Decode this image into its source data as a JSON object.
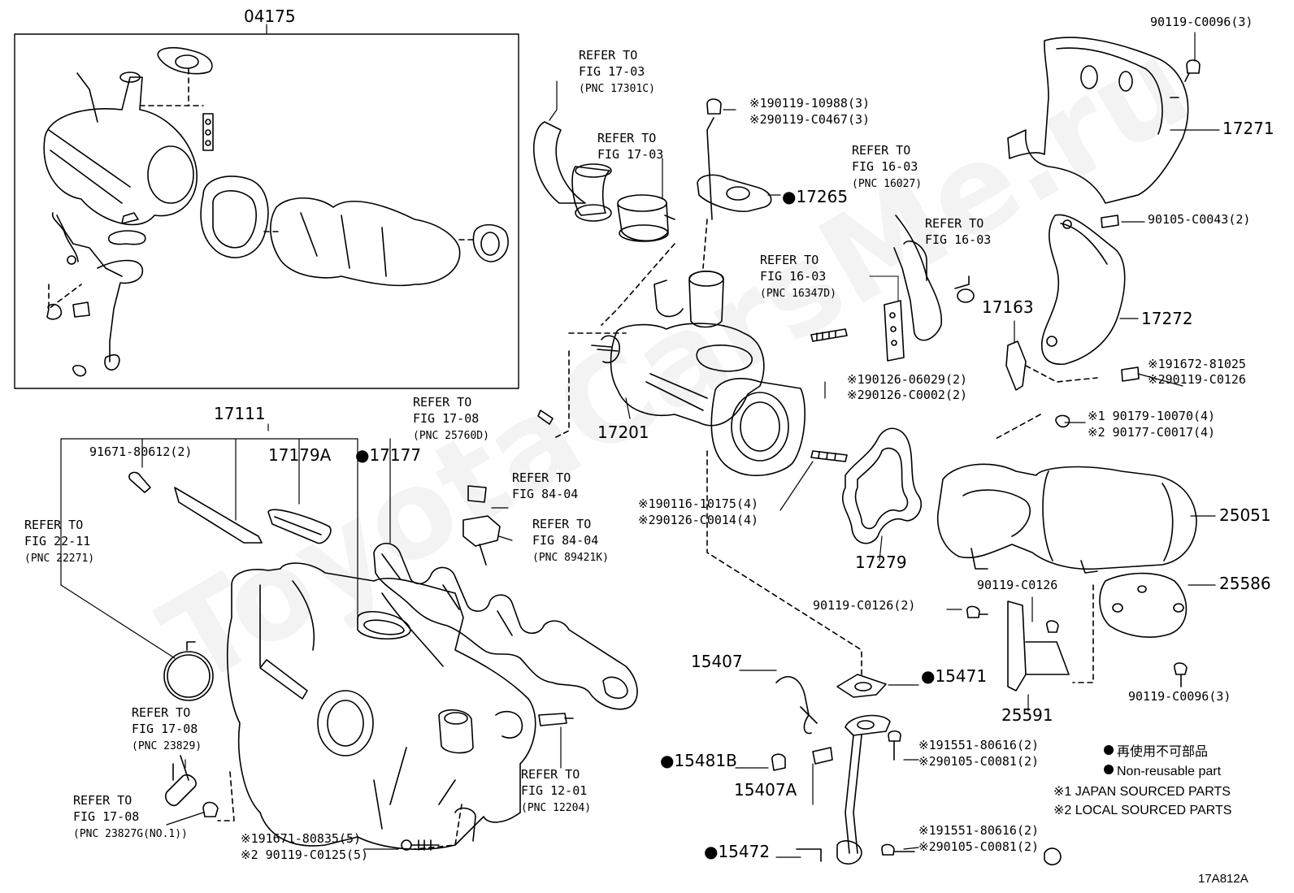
{
  "watermark": "ToyotaCarsMe.ru",
  "diagram_id": "17A812A",
  "assembly_label": "04175",
  "legend": {
    "jp_nonreusable": "再使用不可部品",
    "nonreusable": "Non-reusable part",
    "japan": "※1 JAPAN SOURCED PARTS",
    "local": "※2 LOCAL SOURCED PARTS"
  },
  "labels": {
    "p17111": "17111",
    "p17179a": "17179A",
    "p17177": "●17177",
    "p91671_80612": "91671-80612(2)",
    "p17201": "17201",
    "p17265": "●17265",
    "p17163": "17163",
    "p17271": "17271",
    "p17272": "17272",
    "p17279": "17279",
    "p25051": "25051",
    "p25586": "25586",
    "p25591": "25591",
    "p15407": "15407",
    "p15407a": "15407A",
    "p15471": "●15471",
    "p15481b": "●15481B",
    "p15472": "●15472",
    "bolt_10988": "※190119-10988(3)",
    "bolt_c0467": "※290119-C0467(3)",
    "bolt_c0096_top": "90119-C0096(3)",
    "bolt_c0043": "90105-C0043(2)",
    "bolt_81025": "※191672-81025",
    "bolt_c0126_r": "※290119-C0126",
    "nut_10070": "※1 90179-10070(4)",
    "nut_c0017": "※2 90177-C0017(4)",
    "stud_06029": "※190126-06029(2)",
    "stud_c0002": "※290126-C0002(2)",
    "stud_10175": "※190116-10175(4)",
    "stud_c0014": "※290126-C0014(4)",
    "bolt_c0126_2": "90119-C0126(2)",
    "bolt_c0126": "90119-C0126",
    "bolt_c0096_bot": "90119-C0096(3)",
    "bolt_80616_a": "※191551-80616(2)",
    "bolt_c0081_a": "※290105-C0081(2)",
    "bolt_80616_b": "※191551-80616(2)",
    "bolt_c0081_b": "※290105-C0081(2)",
    "bolt_80835": "※191671-80835(5)",
    "bolt_c0125": "※2 90119-C0125(5)"
  },
  "refs": {
    "r1701": {
      "l1": "REFER TO",
      "l2": "FIG 17-03",
      "l3": "(PNC 17301C)"
    },
    "r1702": {
      "l1": "REFER TO",
      "l2": "FIG 17-03"
    },
    "r1603a": {
      "l1": "REFER TO",
      "l2": "FIG 16-03",
      "l3": "(PNC 16027)"
    },
    "r1603b": {
      "l1": "REFER TO",
      "l2": "FIG 16-03"
    },
    "r1603c": {
      "l1": "REFER TO",
      "l2": "FIG 16-03",
      "l3": "(PNC 16347D)"
    },
    "r1708a": {
      "l1": "REFER TO",
      "l2": "FIG 17-08",
      "l3": "(PNC 25760D)"
    },
    "r8404a": {
      "l1": "REFER TO",
      "l2": "FIG 84-04"
    },
    "r8404b": {
      "l1": "REFER TO",
      "l2": "FIG 84-04",
      "l3": "(PNC 89421K)"
    },
    "r2211": {
      "l1": "REFER TO",
      "l2": "FIG 22-11",
      "l3": "(PNC 22271)"
    },
    "r1708b": {
      "l1": "REFER TO",
      "l2": "FIG 17-08",
      "l3": "(PNC 23829)"
    },
    "r1708c": {
      "l1": "REFER TO",
      "l2": "FIG 17-08",
      "l3": "(PNC 23827G(NO.1))"
    },
    "r1201": {
      "l1": "REFER TO",
      "l2": "FIG 12-01",
      "l3": "(PNC 12204)"
    }
  }
}
